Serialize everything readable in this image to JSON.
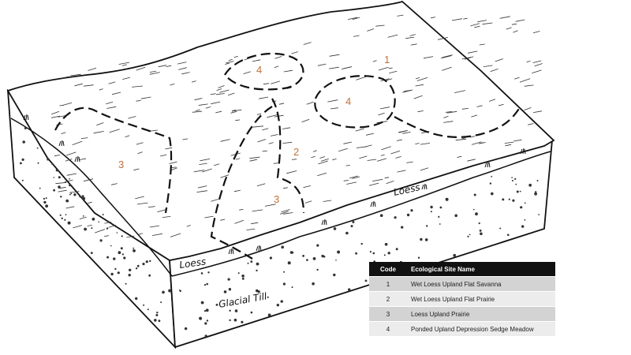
{
  "map_labels": {
    "zone_1": "1",
    "zone_2": "2",
    "zone_3_left": "3",
    "zone_3_center": "3",
    "zone_4_top": "4",
    "zone_4_right": "4"
  },
  "strata_labels": {
    "loess_right": "Loess",
    "loess_front": "Loess",
    "glacial_till": "Glacial Till"
  },
  "colors": {
    "zone_number": "#c0703a",
    "table_header": "#111111",
    "row_dark": "#d3d3d3",
    "row_light": "#ececec"
  },
  "legend": {
    "header": {
      "code": "Code",
      "name": "Ecological Site Name"
    },
    "rows": [
      {
        "code": "1",
        "name": "Wet Loess Upland Flat Savanna"
      },
      {
        "code": "2",
        "name": "Wet Loess Upland Flat Prairie"
      },
      {
        "code": "3",
        "name": "Loess Upland Prairie"
      },
      {
        "code": "4",
        "name": "Ponded Upland Depression Sedge Meadow"
      }
    ]
  }
}
